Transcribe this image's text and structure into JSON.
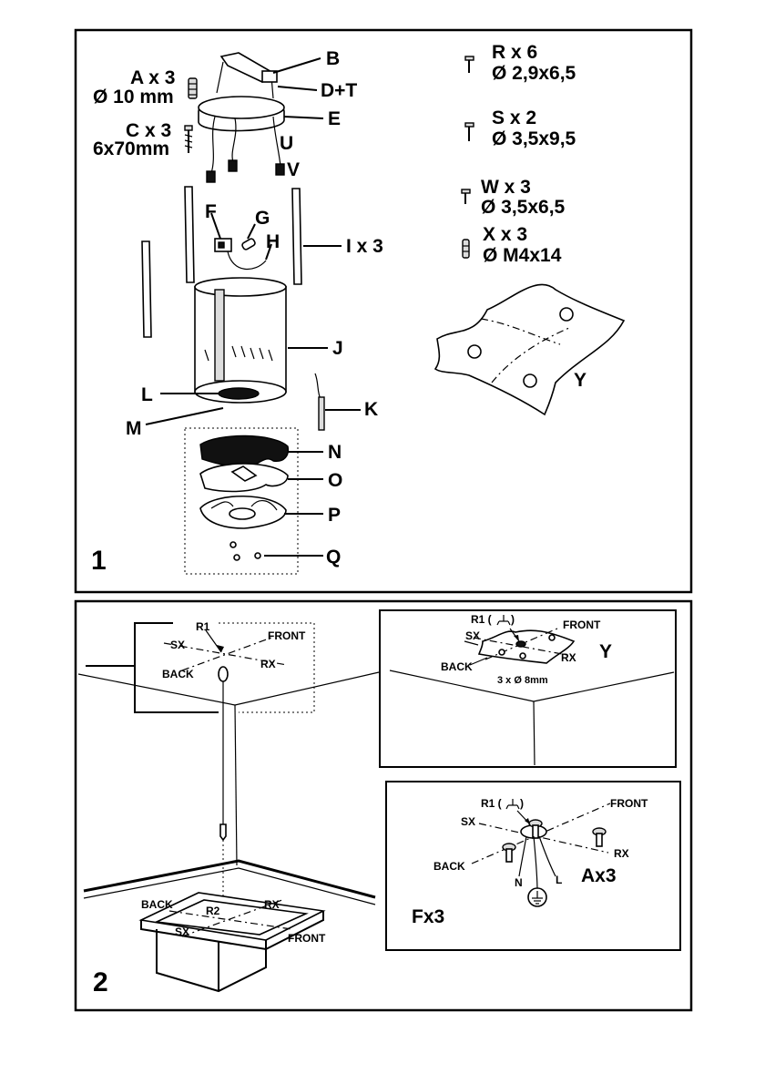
{
  "figure1": {
    "number": "1",
    "callouts": {
      "a_qty": "A x 3",
      "a_size": "Ø 10 mm",
      "c_qty": "C x 3",
      "c_size": "6x70mm",
      "b": "B",
      "dt": "D+T",
      "e": "E",
      "u": "U",
      "v": "V",
      "f": "F",
      "g": "G",
      "h": "H",
      "i_qty": "I x 3",
      "j": "J",
      "k": "K",
      "l": "L",
      "m": "M",
      "n": "N",
      "o": "O",
      "p": "P",
      "q": "Q",
      "y": "Y"
    },
    "screws": [
      {
        "qty": "R x 6",
        "size": "Ø 2,9x6,5"
      },
      {
        "qty": "S x 2",
        "size": "Ø 3,5x9,5"
      },
      {
        "qty": "W x 3",
        "size": "Ø 3,5x6,5"
      },
      {
        "qty": "X x 3",
        "size": "Ø M4x14"
      }
    ]
  },
  "figure2": {
    "number": "2",
    "ceiling_marks": {
      "r1": "R1",
      "front": "FRONT",
      "sx": "SX",
      "rx": "RX",
      "back": "BACK"
    },
    "floor_marks": {
      "back": "BACK",
      "r2": "R2",
      "rx": "RX",
      "sx": "SX",
      "front": "FRONT"
    },
    "inset_y": {
      "r1": "R1 (",
      "r1_close": ")",
      "front": "FRONT",
      "sx": "SX",
      "rx": "RX",
      "back": "BACK",
      "y": "Y",
      "holes": "3 x Ø 8mm"
    },
    "inset_a": {
      "r1": "R1 (",
      "r1_close": ")",
      "front": "FRONT",
      "sx": "SX",
      "rx": "RX",
      "back": "BACK",
      "n": "N",
      "l": "L",
      "ax3": "Ax3",
      "fx3": "Fx3"
    }
  }
}
